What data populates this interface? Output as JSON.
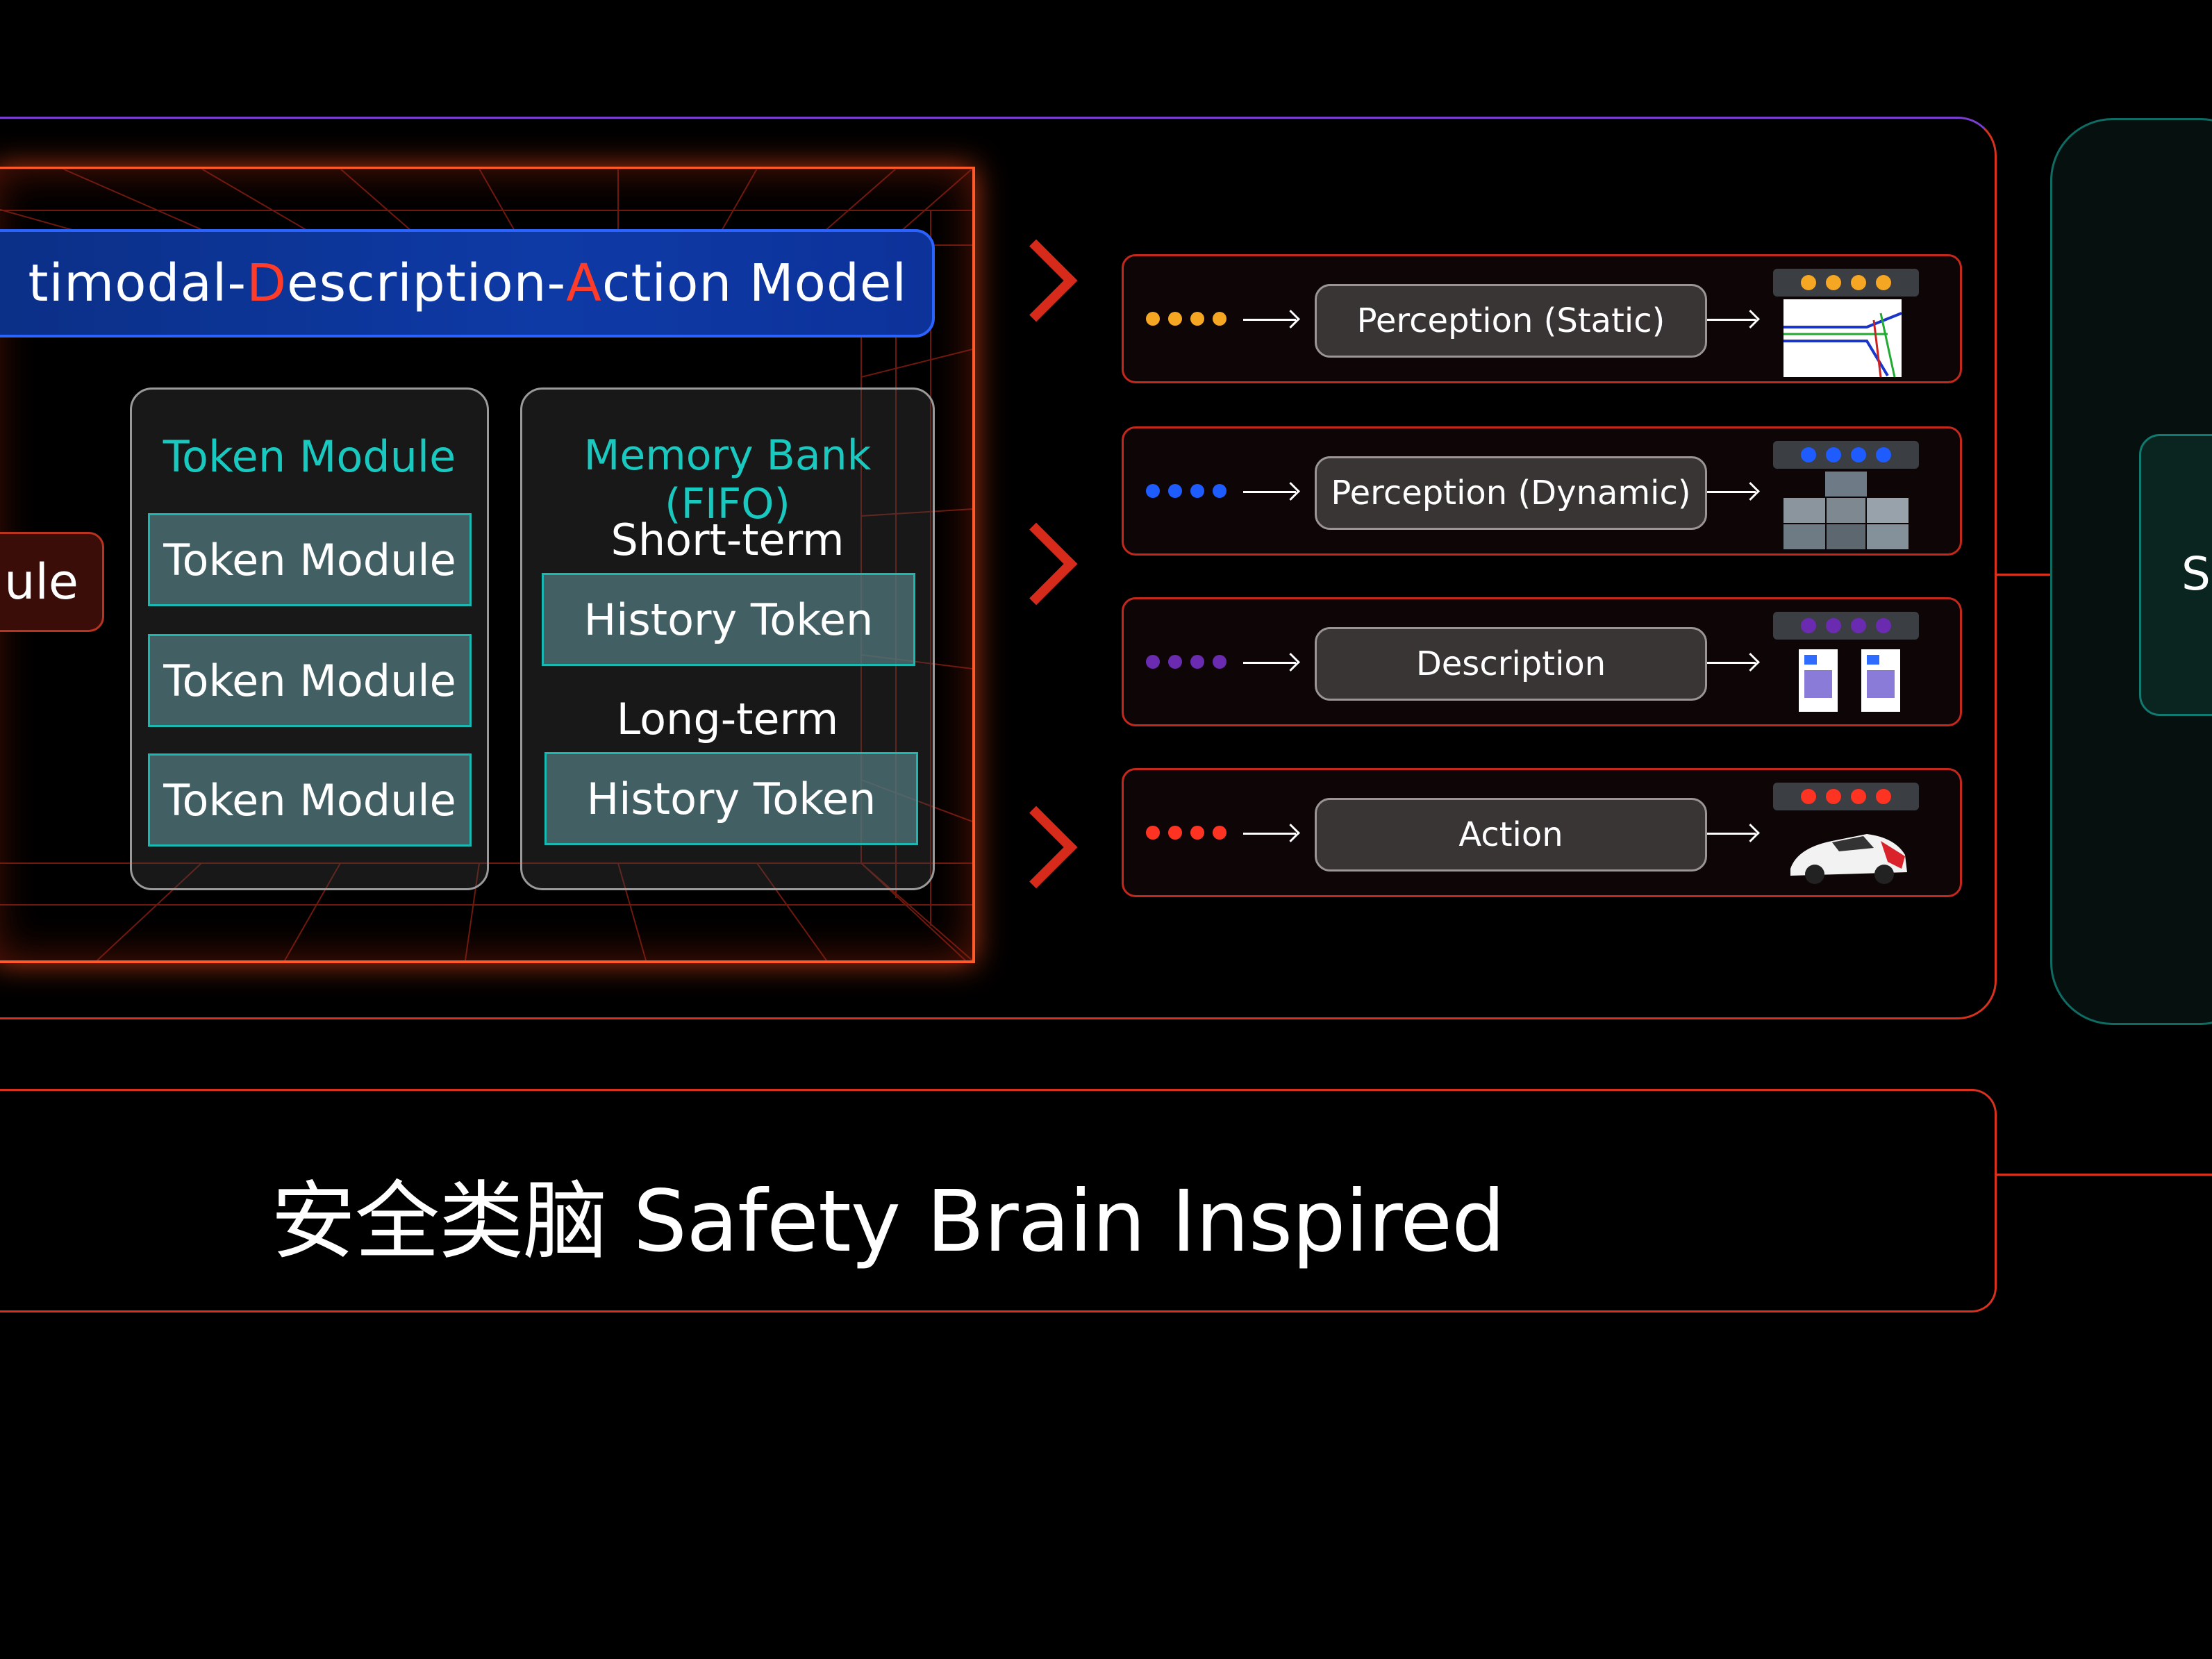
{
  "model_title": {
    "pre1": "timodal-",
    "d": "D",
    "mid": "escription-",
    "a": "A",
    "post": "ction Model"
  },
  "partial_module": "lule",
  "token_column": {
    "title": "Token Module",
    "items": [
      "Token Module",
      "Token Module",
      "Token Module"
    ]
  },
  "memory_column": {
    "title": "Memory Bank (FIFO)",
    "short_label": "Short-term",
    "short_token": "History Token",
    "long_label": "Long-term",
    "long_token": "History Token"
  },
  "outputs": [
    {
      "label": "Perception (Static)",
      "color": "#f5a623"
    },
    {
      "label": "Perception (Dynamic)",
      "color": "#1e5cff"
    },
    {
      "label": "Description",
      "color": "#6a2bb0"
    },
    {
      "label": "Action",
      "color": "#ff3322"
    }
  ],
  "right_partial_letter": "S",
  "safety_text": "安全类脑  Safety Brain Inspired",
  "colors": {
    "accent": "#d8321f",
    "teal": "#19c9c0",
    "blue": "#2b63ff"
  }
}
